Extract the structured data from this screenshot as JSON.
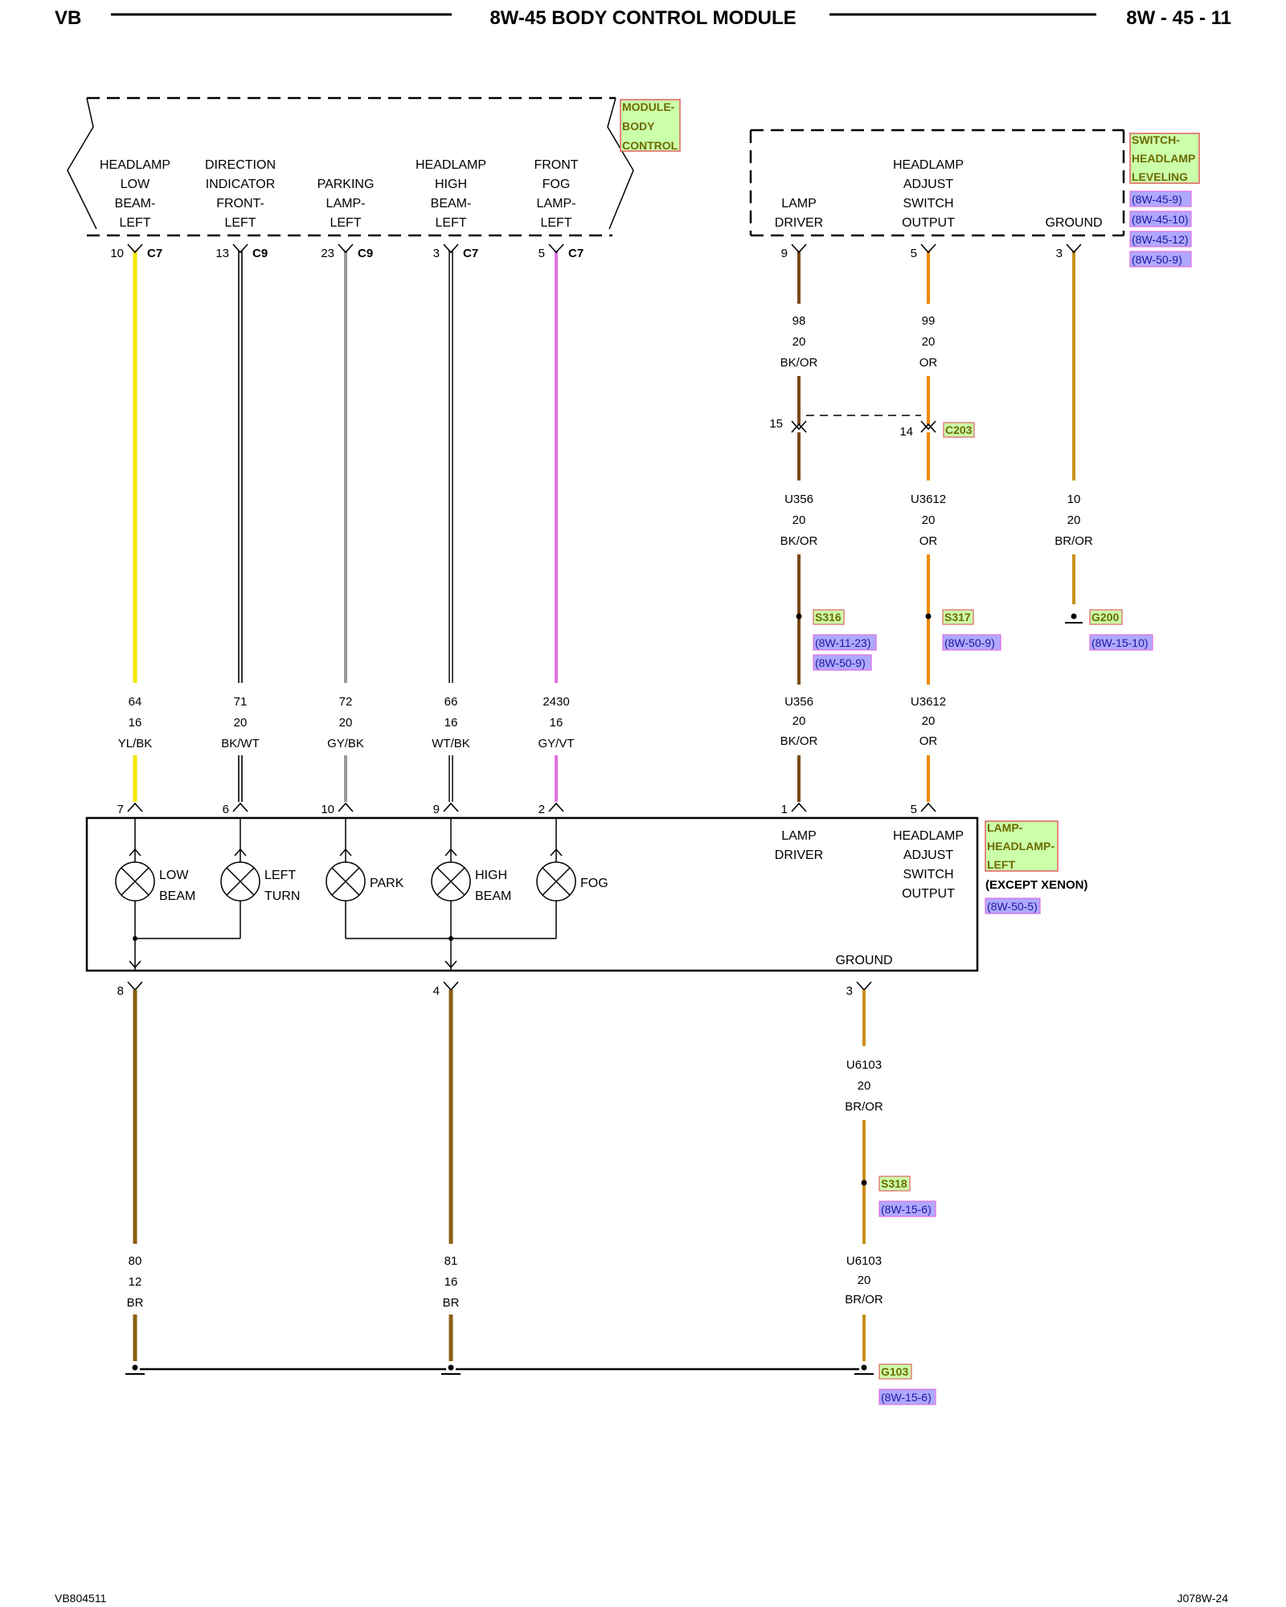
{
  "header": {
    "left": "VB",
    "title": "8W-45 BODY CONTROL MODULE",
    "page": "8W - 45 - 11"
  },
  "footer": {
    "left": "VB804511",
    "right": "J078W-24"
  },
  "colors": {
    "yl_bk": "#f2e600",
    "bk": "#333333",
    "gy": "#9a9a9a",
    "vt": "#e070e0",
    "bk_or": "#7a4a1a",
    "or": "#f08a00",
    "br_or": "#c8901c",
    "br": "#8a6010",
    "tag_fill": "#ccffaa",
    "tag_border": "#e06060",
    "ref_fill": "#b0a8ff",
    "ref_border": "#e070e0"
  },
  "components": {
    "bcm": {
      "tag": [
        "MODULE-",
        "BODY",
        "CONTROL"
      ],
      "pins": [
        {
          "label": [
            "HEADLAMP",
            "LOW",
            "BEAM-",
            "LEFT"
          ],
          "pin": "10",
          "connector": "C7"
        },
        {
          "label": [
            "DIRECTION",
            "INDICATOR",
            "FRONT-",
            "LEFT"
          ],
          "pin": "13",
          "connector": "C9"
        },
        {
          "label": [
            "PARKING",
            "LAMP-",
            "LEFT"
          ],
          "pin": "23",
          "connector": "C9"
        },
        {
          "label": [
            "HEADLAMP",
            "HIGH",
            "BEAM-",
            "LEFT"
          ],
          "pin": "3",
          "connector": "C7"
        },
        {
          "label": [
            "FRONT",
            "FOG",
            "LAMP-",
            "LEFT"
          ],
          "pin": "5",
          "connector": "C7"
        }
      ]
    },
    "switch": {
      "tag": [
        "SWITCH-",
        "HEADLAMP",
        "LEVELING"
      ],
      "refs": [
        "(8W-45-9)",
        "(8W-45-10)",
        "(8W-45-12)",
        "(8W-50-9)"
      ],
      "pins": [
        {
          "label": [
            "LAMP",
            "DRIVER"
          ],
          "pin": "9"
        },
        {
          "label": [
            "HEADLAMP",
            "ADJUST",
            "SWITCH",
            "OUTPUT"
          ],
          "pin": "5"
        },
        {
          "label": [
            "GROUND"
          ],
          "pin": "3"
        }
      ]
    },
    "lamp": {
      "tag": [
        "LAMP-",
        "HEADLAMP-",
        "LEFT"
      ],
      "note": "(EXCEPT XENON)",
      "ref": "(8W-50-5)",
      "top_pins": [
        "7",
        "6",
        "10",
        "9",
        "2",
        "1",
        "5"
      ],
      "bulbs": [
        [
          "LOW",
          "BEAM"
        ],
        [
          "LEFT",
          "TURN"
        ],
        [
          "PARK"
        ],
        [
          "HIGH",
          "BEAM"
        ],
        [
          "FOG"
        ]
      ],
      "lamp_driver": [
        "LAMP",
        "DRIVER"
      ],
      "adjust_output": [
        "HEADLAMP",
        "ADJUST",
        "SWITCH",
        "OUTPUT"
      ],
      "ground_label": "GROUND",
      "bottom_pins": [
        "8",
        "4",
        "3"
      ]
    }
  },
  "wires": {
    "bcm_to_lamp": [
      {
        "circuit": "64",
        "gauge": "16",
        "color": "YL/BK"
      },
      {
        "circuit": "71",
        "gauge": "20",
        "color": "BK/WT"
      },
      {
        "circuit": "72",
        "gauge": "20",
        "color": "GY/BK"
      },
      {
        "circuit": "66",
        "gauge": "16",
        "color": "WT/BK"
      },
      {
        "circuit": "2430",
        "gauge": "16",
        "color": "GY/VT"
      }
    ],
    "switch_upper": [
      {
        "circuit": "98",
        "gauge": "20",
        "color": "BK/OR"
      },
      {
        "circuit": "99",
        "gauge": "20",
        "color": "OR"
      }
    ],
    "switch_mid": [
      {
        "circuit": "U356",
        "gauge": "20",
        "color": "BK/OR"
      },
      {
        "circuit": "U3612",
        "gauge": "20",
        "color": "OR"
      },
      {
        "circuit": "10",
        "gauge": "20",
        "color": "BR/OR"
      }
    ],
    "switch_lower": [
      {
        "circuit": "U356",
        "gauge": "20",
        "color": "BK/OR"
      },
      {
        "circuit": "U3612",
        "gauge": "20",
        "color": "OR"
      }
    ],
    "ground_lower": [
      {
        "circuit": "80",
        "gauge": "12",
        "color": "BR"
      },
      {
        "circuit": "81",
        "gauge": "16",
        "color": "BR"
      },
      {
        "circuit": "U6103",
        "gauge": "20",
        "color": "BR/OR"
      }
    ],
    "ground_mid": {
      "circuit": "U6103",
      "gauge": "20",
      "color": "BR/OR"
    }
  },
  "connector_c203": {
    "tag": "C203",
    "pin_left": "15",
    "pin_right": "14"
  },
  "splices": [
    {
      "tag": "S316",
      "refs": [
        "(8W-11-23)",
        "(8W-50-9)"
      ]
    },
    {
      "tag": "S317",
      "refs": [
        "(8W-50-9)"
      ]
    },
    {
      "tag": "S318",
      "refs": [
        "(8W-15-6)"
      ]
    }
  ],
  "grounds": [
    {
      "tag": "G200",
      "refs": [
        "(8W-15-10)"
      ]
    },
    {
      "tag": "G103",
      "refs": [
        "(8W-15-6)"
      ]
    }
  ]
}
